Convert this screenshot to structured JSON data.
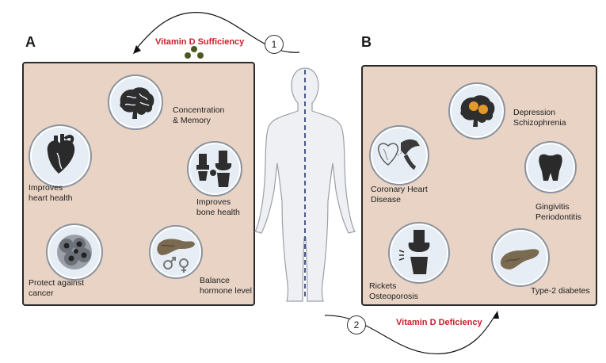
{
  "panel_a": {
    "letter": "A",
    "header": "Vitamin D Sufficiency",
    "step": "1",
    "items": [
      {
        "label": "Concentration\n& Memory",
        "icon": "brain-icon"
      },
      {
        "label": "Improves\nheart health",
        "icon": "heart-icon"
      },
      {
        "label": "Improves\nbone health",
        "icon": "bone-joint-icon"
      },
      {
        "label": "Protect against\ncancer",
        "icon": "cancer-cell-icon"
      },
      {
        "label": "Balance\nhormone level",
        "icon": "pancreas-gender-icon"
      }
    ]
  },
  "panel_b": {
    "letter": "B",
    "header": "Vitamin D Deficiency",
    "step": "2",
    "items": [
      {
        "label": "Depression\nSchizophrenia",
        "icon": "brain-affected-icon"
      },
      {
        "label": "Coronary Heart\nDisease",
        "icon": "heart-artery-icon"
      },
      {
        "label": "Gingivitis\nPeriodontitis",
        "icon": "tooth-icon"
      },
      {
        "label": "Rickets\nOsteoporosis",
        "icon": "knee-joint-icon"
      },
      {
        "label": "Type-2 diabetes",
        "icon": "pancreas-icon"
      }
    ]
  },
  "colors": {
    "panel_bg": "#e8d3c4",
    "header_red": "#c8202a",
    "circle_bg": "#e7edf4",
    "body_fill": "#eef0f3"
  }
}
